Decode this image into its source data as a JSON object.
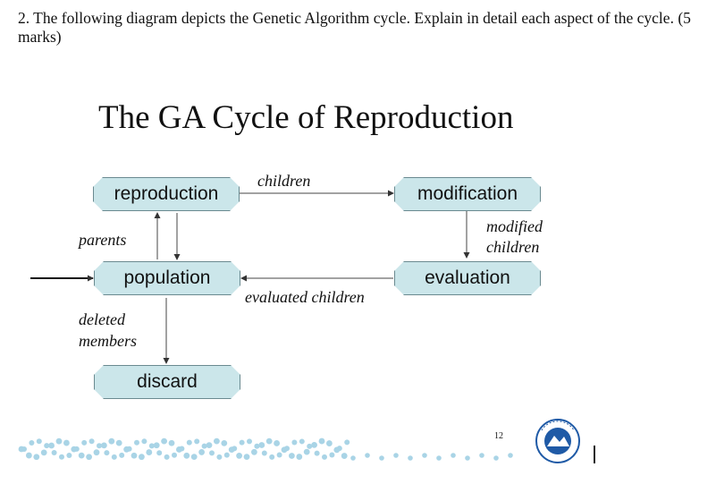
{
  "question": {
    "text": "2. The following diagram depicts the Genetic Algorithm cycle. Explain in detail each aspect of the cycle. (5 marks)"
  },
  "slide": {
    "title": "The GA Cycle of Reproduction",
    "page_number": "12"
  },
  "diagram": {
    "nodes": {
      "reproduction": "reproduction",
      "modification": "modification",
      "population": "population",
      "evaluation": "evaluation",
      "discard": "discard"
    },
    "edge_labels": {
      "children": "children",
      "parents": "parents",
      "modified_line1": "modified",
      "modified_line2": "children",
      "evaluated_children": "evaluated children",
      "deleted_line1": "deleted",
      "deleted_line2": "members"
    }
  },
  "colors": {
    "node_fill": "#cbe6ea",
    "node_border": "#6a8a90",
    "decoration": "#a9d4e6",
    "logo": "#1f5aa6"
  }
}
